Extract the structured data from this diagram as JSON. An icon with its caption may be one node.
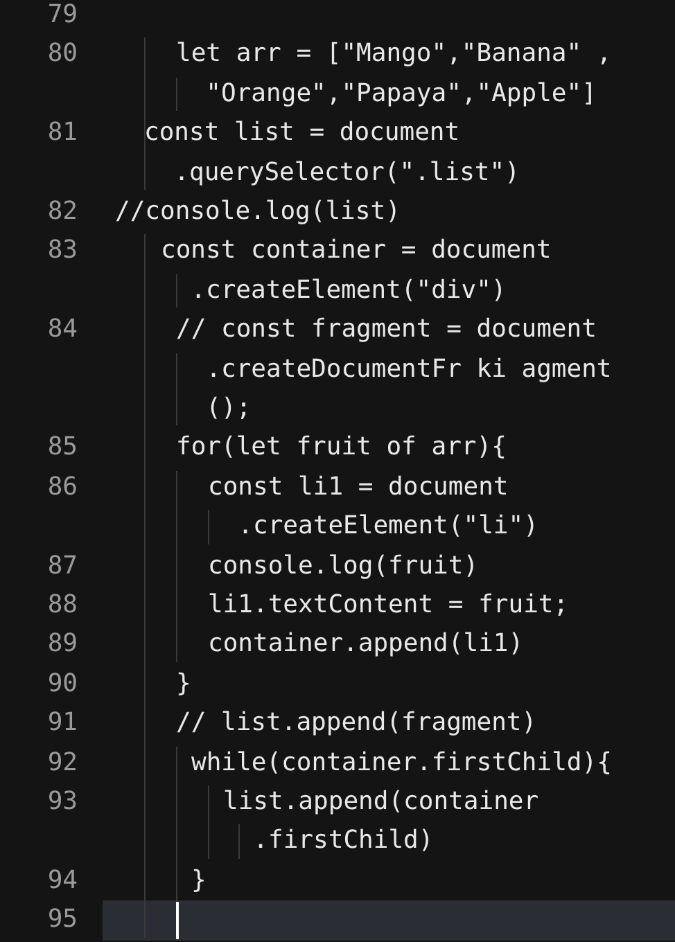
{
  "diagram": {
    "labels": [
      "79",
      "80",
      "let arr = [\"Mango\",\"Banana\" , \"Orange\",\"Papaya\",\"Apple\"]",
      "81",
      "const list = document .querySelector(\".list\")",
      "82",
      "//console.log(list)",
      "83",
      "const container = document .createElement(\"div\")",
      "84",
      "// const fragment = document .createDocumentFr ki agment ();",
      "85",
      "for(let fruit of arr){",
      "86",
      "const li1 = document .createElement(\"li\")",
      "87",
      "console.log(fruit)",
      "88",
      "li1.textContent = fruit;",
      "89",
      "container.append(li1)",
      "90",
      "}",
      "91",
      "// list.append(fragment)",
      "92",
      "while(container.firstChild){",
      "93",
      "list.append(container .firstChild)",
      "94",
      "}",
      "95"
    ]
  }
}
